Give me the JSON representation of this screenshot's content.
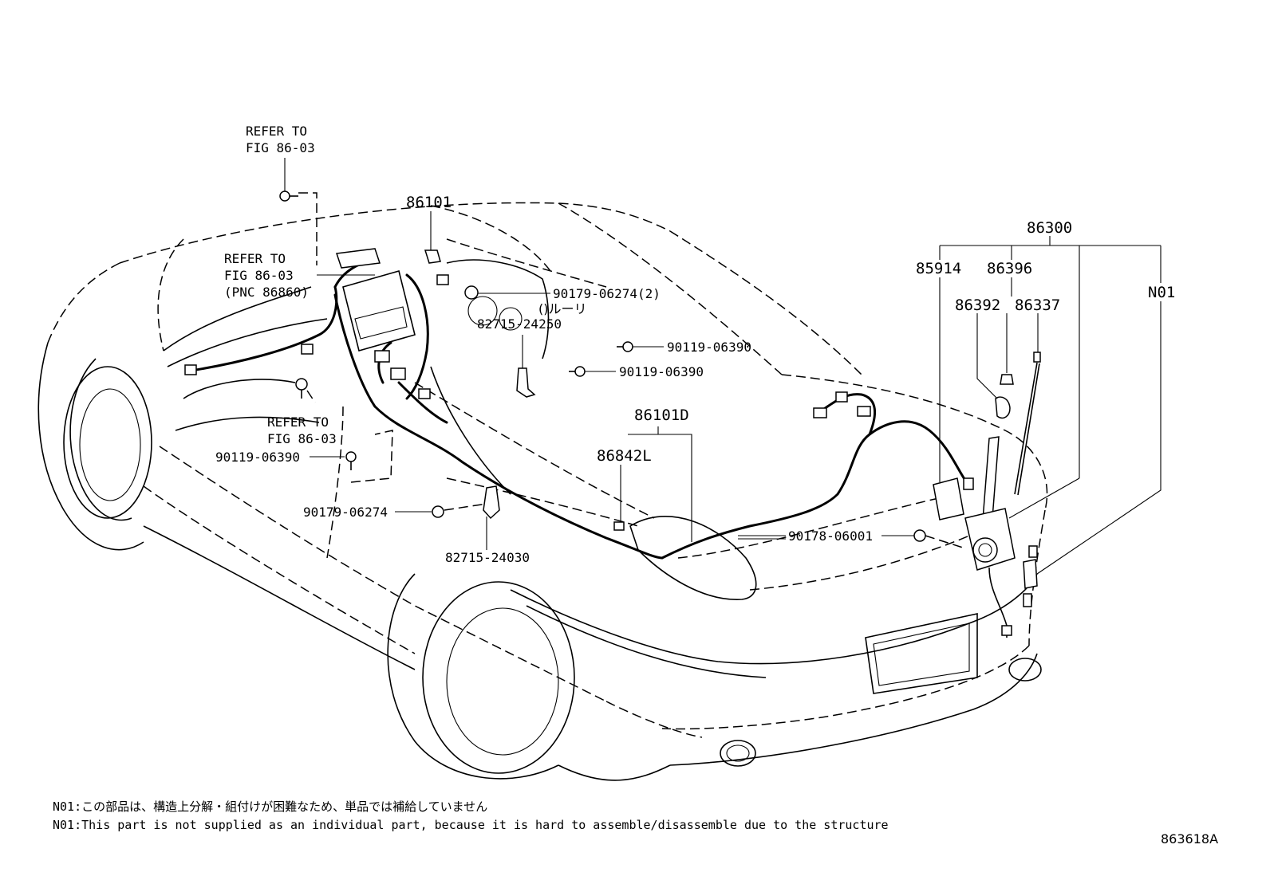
{
  "labels": {
    "refer_top_line1": "REFER TO",
    "refer_top_line2": "FIG 86-03",
    "refer_mid_line1": "REFER TO",
    "refer_mid_line2": "FIG 86-03",
    "refer_mid_line3": "(PNC 86860)",
    "refer_low_line1": "REFER TO",
    "refer_low_line2": "FIG 86-03",
    "p86101": "86101",
    "p90179_06274_2": "90179-06274(2)",
    "p_jp_small": "()ルーリ",
    "p82715_24250": "82715-24250",
    "p90119_06390_a": "90119-06390",
    "p90119_06390_b": "90119-06390",
    "p90119_06390_c": "90119-06390",
    "p86101D": "86101D",
    "p86842L": "86842L",
    "p90179_06274": "90179-06274",
    "p82715_24030": "82715-24030",
    "p90178_06001": "90178-06001",
    "p86300": "86300",
    "p85914": "85914",
    "p86396": "86396",
    "p86392": "86392",
    "p86337": "86337",
    "pN01": "N01"
  },
  "notes": {
    "jp": "N01:この部品は、構造上分解・組付けが困難なため、単品では補給していません",
    "en": "N01:This part is not supplied as an individual part, because it is hard to assemble/disassemble due to the structure"
  },
  "figure_id": "863618A"
}
